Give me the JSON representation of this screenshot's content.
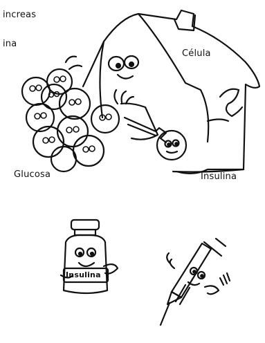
{
  "labels": {
    "pancreas_fragment": "increas",
    "insulina_fragment": "ina",
    "cell": "Célula",
    "glucose": "Glucosa",
    "insulin": "Insulina",
    "vial_label": "Insulina"
  },
  "icons": {
    "house_cell": "smiling-house-cell-icon",
    "glucose_cluster": "glucose-balls-cluster-icon",
    "insulin_key": "insulin-key-character-icon",
    "vial": "insulin-vial-character-icon",
    "syringe": "syringe-character-icon"
  },
  "colors": {
    "ink": "#111111",
    "paper": "#ffffff"
  }
}
